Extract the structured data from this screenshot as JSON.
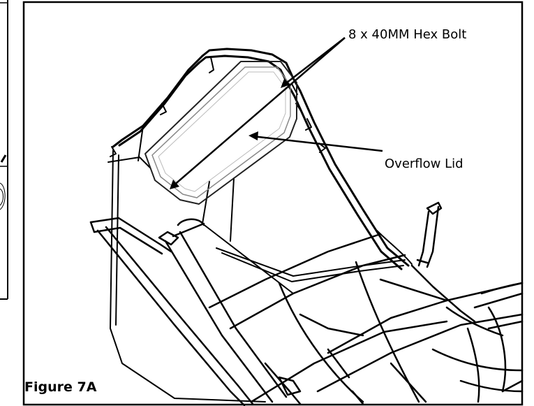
{
  "callouts": {
    "bolt": "8 x 40MM Hex Bolt",
    "lid": "Overflow Lid"
  },
  "figure_label": "Figure 7A"
}
